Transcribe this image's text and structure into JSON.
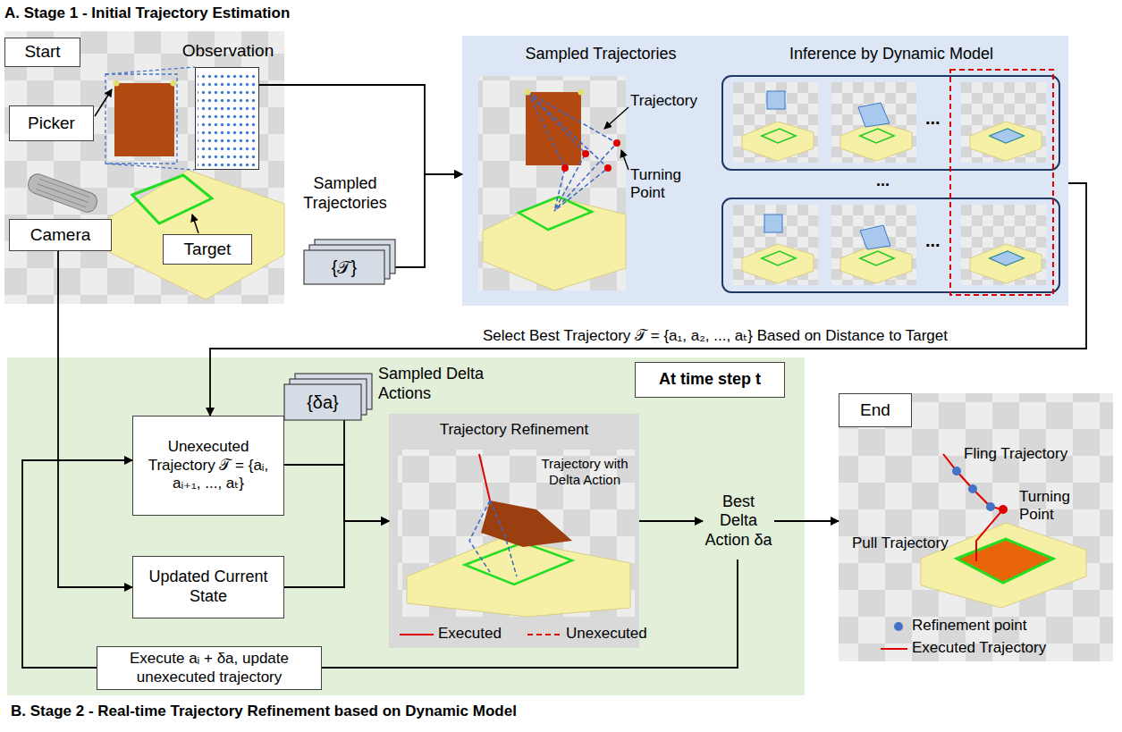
{
  "diagram": {
    "nodes": [
      {
        "text": [
          "Start"
        ]
      },
      {
        "text": [
          "Observation"
        ]
      },
      {
        "text": [
          "Picker"
        ]
      },
      {
        "text": [
          "Camera"
        ]
      },
      {
        "text": [
          "Target"
        ]
      },
      {
        "text": [
          "Sampled Trajectories",
          "{𝒯}"
        ]
      },
      {
        "text": [
          "Sampled Trajectories",
          "Inference by Dynamic Model"
        ]
      },
      {
        "text": [
          "B. Stage 2 - Real-time Trajectory Refinement based on Dynamic Model"
        ]
      },
      {
        "text": [
          "Sampled Delta Actions",
          "{δa}"
        ],
        "in": 7
      },
      {
        "text": [
          "At time step t"
        ],
        "in": 7
      },
      {
        "text": [
          "Unexecuted Trajectory 𝒯 = {aᵢ, aᵢ₊₁, ..., aₜ}"
        ],
        "in": 7
      },
      {
        "text": [
          "Updated Current State"
        ],
        "in": 7
      },
      {
        "text": [
          "Trajectory Refinement"
        ],
        "in": 7
      },
      {
        "text": [
          "Best Delta Action δa"
        ],
        "in": 7
      },
      {
        "text": [
          "Execute aᵢ + δa, update unexecuted trajectory"
        ],
        "in": 7
      },
      {
        "text": [
          "Fling Trajectory",
          "Turning Point",
          "Pull Trajectory"
        ]
      },
      {
        "text": [
          "End"
        ],
        "in": 15
      }
    ],
    "edges": [
      {
        "from": 1,
        "to": 6,
        "arrow": "to"
      },
      {
        "from": 5,
        "to": 6,
        "arrow": "to"
      },
      {
        "from": 6,
        "to": 10,
        "arrow": "to",
        "label": "Select Best Trajectory 𝒯 = {a₁, a₂, ..., aₜ} Based on Distance to Target"
      },
      {
        "from": 3,
        "to": 11,
        "arrow": "to"
      },
      {
        "from": 14,
        "to": 10,
        "arrow": "to"
      },
      {
        "from": 10,
        "to": 12,
        "arrow": "to"
      },
      {
        "from": 11,
        "to": 12,
        "arrow": "to"
      },
      {
        "from": 8,
        "to": 12,
        "arrow": "to"
      },
      {
        "from": 12,
        "to": 13,
        "arrow": "to"
      },
      {
        "from": 13,
        "to": 15,
        "arrow": "to"
      },
      {
        "from": 13,
        "to": 14,
        "arrow": "none"
      }
    ],
    "labels": [
      "A. Stage 1 - Initial Trajectory Estimation",
      "Trajectory",
      "Turning Point",
      "...",
      "...",
      "...",
      "Trajectory with Delta Action"
    ],
    "legend": [
      {
        "text": "Executed"
      },
      {
        "text": "Unexecuted"
      },
      {
        "text": "Refinement point"
      },
      {
        "text": "Executed Trajectory"
      }
    ]
  }
}
